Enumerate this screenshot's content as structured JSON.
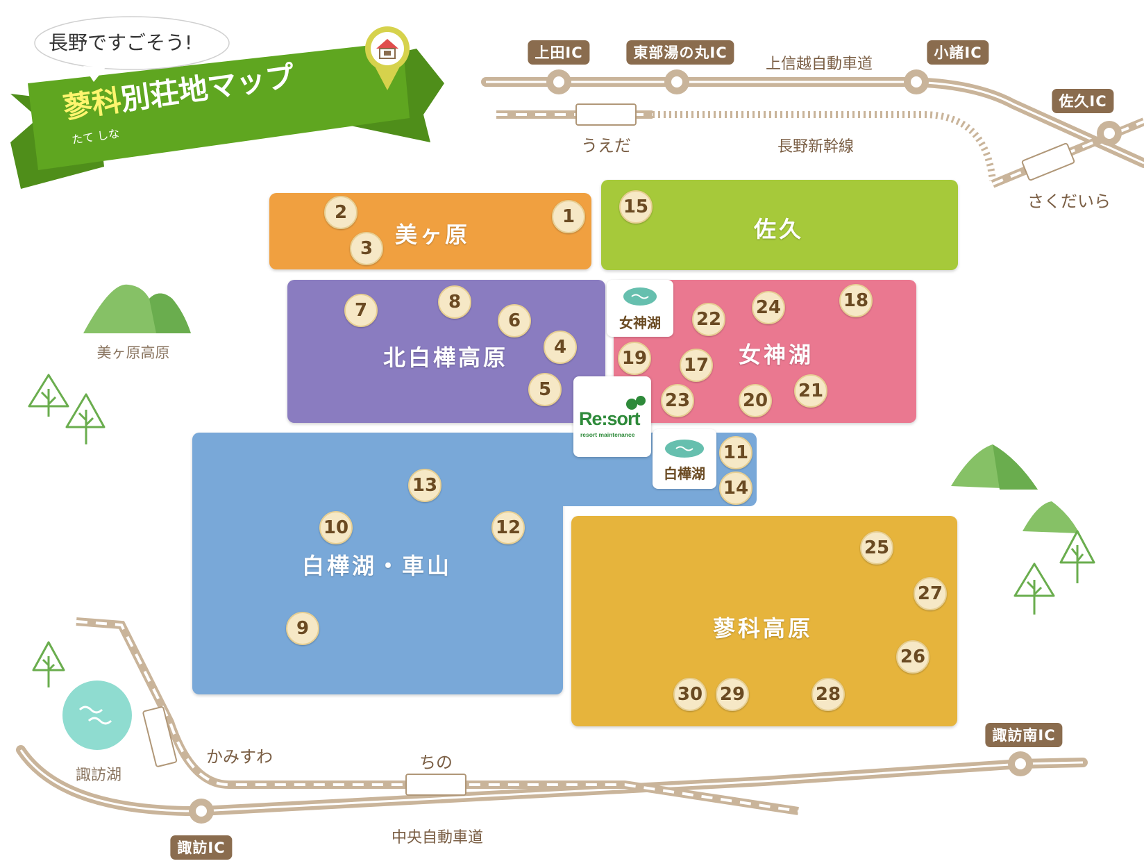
{
  "title": {
    "bubble": "長野ですごそう!",
    "name_highlight": "蓼科",
    "name_rest": "別荘地マップ",
    "ruby": "たて しな"
  },
  "colors": {
    "ribbon": "#5fa620",
    "mitsugahara": "#f0a040",
    "saku": "#a6c93a",
    "kitashirakaba": "#8a7cc0",
    "megami": "#ea7890",
    "shirakaba_kurumayama": "#79a8d8",
    "tateshina": "#e6b43c",
    "road": "#c9b49a",
    "marker_fill": "#f6e8c6"
  },
  "highways": {
    "north_name": "上信越自動車道",
    "south_name": "中央自動車道"
  },
  "railways": {
    "north_name": "長野新幹線",
    "stations": [
      "うえだ",
      "さくだいら",
      "かみすわ",
      "ちの"
    ]
  },
  "interchanges": [
    "上田IC",
    "東部湯の丸IC",
    "小諸IC",
    "佐久IC",
    "諏訪南IC",
    "諏訪IC"
  ],
  "landmarks": {
    "mountain": "美ヶ原高原",
    "lake_suwa": "諏訪湖",
    "lake_megami": "女神湖",
    "lake_shirakaba": "白樺湖"
  },
  "logo": {
    "text": "Re:sort",
    "sub": "resort maintenance"
  },
  "regions": [
    {
      "name": "美ヶ原",
      "markers": [
        "1",
        "2",
        "3"
      ]
    },
    {
      "name": "佐久",
      "markers": [
        "15"
      ]
    },
    {
      "name": "北白樺高原",
      "markers": [
        "4",
        "5",
        "6",
        "7",
        "8"
      ]
    },
    {
      "name": "女神湖",
      "markers": [
        "17",
        "18",
        "19",
        "20",
        "21",
        "22",
        "23",
        "24"
      ]
    },
    {
      "name": "白樺湖・車山",
      "markers": [
        "9",
        "10",
        "11",
        "12",
        "13",
        "14"
      ]
    },
    {
      "name": "蓼科高原",
      "markers": [
        "25",
        "26",
        "27",
        "28",
        "29",
        "30"
      ]
    }
  ]
}
